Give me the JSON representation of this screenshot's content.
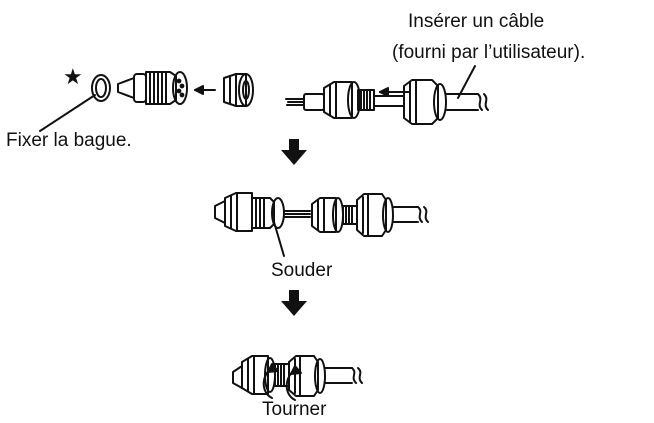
{
  "labels": {
    "insert_cable_line1": "Insérer un câble",
    "insert_cable_line2": "(fourni par l’utilisateur).",
    "fix_ring": "Fixer la bague.",
    "solder": "Souder",
    "turn": "Tourner",
    "star_marker": "★"
  },
  "colors": {
    "ink": "#111111",
    "background": "#ffffff"
  },
  "icons": {
    "step_arrow": "arrow-down-icon",
    "direction_arrow": "arrow-left-icon",
    "rotate_arrow": "curved-arrow-icon"
  }
}
